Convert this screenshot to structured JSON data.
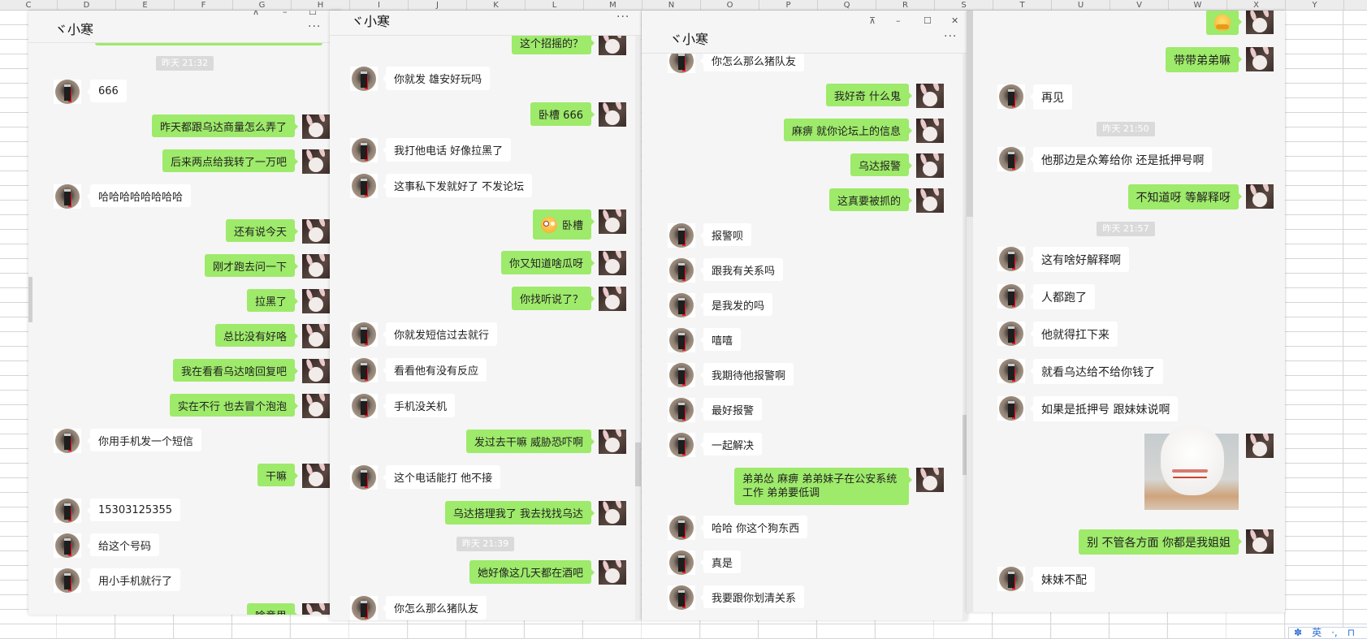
{
  "spreadsheet": {
    "columns": [
      "C",
      "D",
      "E",
      "F",
      "G",
      "H",
      "I",
      "J",
      "K",
      "L",
      "M",
      "N",
      "O",
      "P",
      "Q",
      "R",
      "S",
      "T",
      "U",
      "V",
      "W",
      "X",
      "Y"
    ]
  },
  "window_controls": {
    "pin": "⊼",
    "minimize": "–",
    "maximize": "☐",
    "close": "✕",
    "more": "···"
  },
  "panels": [
    {
      "title": "ヾ小寒",
      "messages": [
        {
          "type": "partial",
          "side": "right"
        },
        {
          "type": "timestamp",
          "text": "昨天 21:32"
        },
        {
          "type": "text",
          "side": "left",
          "text": "666"
        },
        {
          "type": "text",
          "side": "right",
          "text": "昨天都跟乌达商量怎么弄了"
        },
        {
          "type": "text",
          "side": "right",
          "text": "后来两点给我转了一万吧"
        },
        {
          "type": "text",
          "side": "left",
          "text": "哈哈哈哈哈哈哈哈"
        },
        {
          "type": "text",
          "side": "right",
          "text": "还有说今天"
        },
        {
          "type": "text",
          "side": "right",
          "text": "刚才跑去问一下"
        },
        {
          "type": "text",
          "side": "right",
          "text": "拉黑了"
        },
        {
          "type": "text",
          "side": "right",
          "text": "总比没有好咯"
        },
        {
          "type": "text",
          "side": "right",
          "text": "我在看看乌达啥回复吧"
        },
        {
          "type": "text",
          "side": "right",
          "text": "实在不行 也去冒个泡泡"
        },
        {
          "type": "text",
          "side": "left",
          "text": "你用手机发一个短信"
        },
        {
          "type": "text",
          "side": "right",
          "text": "干嘛"
        },
        {
          "type": "text",
          "side": "left",
          "text": "15303125355"
        },
        {
          "type": "text",
          "side": "left",
          "text": "给这个号码"
        },
        {
          "type": "text",
          "side": "left",
          "text": "用小手机就行了"
        },
        {
          "type": "text",
          "side": "right",
          "text": "啥意思"
        }
      ]
    },
    {
      "title": "ヾ小寒",
      "messages": [
        {
          "type": "text",
          "side": "right",
          "text": "这个招摇的？"
        },
        {
          "type": "text",
          "side": "left",
          "text": "你就发  雄安好玩吗"
        },
        {
          "type": "text",
          "side": "right",
          "text": "卧槽 666"
        },
        {
          "type": "text",
          "side": "left",
          "text": "我打他电话 好像拉黑了"
        },
        {
          "type": "text",
          "side": "left",
          "text": "这事私下发就好了 不发论坛"
        },
        {
          "type": "text",
          "side": "right",
          "text": "卧槽",
          "emoji": "flushed-face"
        },
        {
          "type": "text",
          "side": "right",
          "text": "你又知道啥瓜呀"
        },
        {
          "type": "text",
          "side": "right",
          "text": "你找听说了？"
        },
        {
          "type": "text",
          "side": "left",
          "text": "你就发短信过去就行"
        },
        {
          "type": "text",
          "side": "left",
          "text": "看看他有没有反应"
        },
        {
          "type": "text",
          "side": "left",
          "text": "手机没关机"
        },
        {
          "type": "text",
          "side": "right",
          "text": "发过去干嘛 威胁恐吓啊"
        },
        {
          "type": "text",
          "side": "left",
          "text": "这个电话能打 他不接"
        },
        {
          "type": "text",
          "side": "right",
          "text": "乌达搭理我了 我去找找乌达"
        },
        {
          "type": "timestamp",
          "text": "昨天 21:39"
        },
        {
          "type": "text",
          "side": "right",
          "text": "她好像这几天都在酒吧"
        },
        {
          "type": "text",
          "side": "left",
          "text": "你怎么那么猪队友"
        },
        {
          "type": "partial",
          "side": "right"
        }
      ]
    },
    {
      "title": "ヾ小寒",
      "messages": [
        {
          "type": "text",
          "side": "left",
          "text": "你怎么那么猪队友"
        },
        {
          "type": "text",
          "side": "right",
          "text": "我好奇 什么鬼"
        },
        {
          "type": "text",
          "side": "right",
          "text": "麻痹 就你论坛上的信息"
        },
        {
          "type": "text",
          "side": "right",
          "text": "乌达报警"
        },
        {
          "type": "text",
          "side": "right",
          "text": "这真要被抓的"
        },
        {
          "type": "text",
          "side": "left",
          "text": "报警呗"
        },
        {
          "type": "text",
          "side": "left",
          "text": "跟我有关系吗"
        },
        {
          "type": "text",
          "side": "left",
          "text": "是我发的吗"
        },
        {
          "type": "text",
          "side": "left",
          "text": "嘻嘻"
        },
        {
          "type": "text",
          "side": "left",
          "text": "我期待他报警啊"
        },
        {
          "type": "text",
          "side": "left",
          "text": "最好报警"
        },
        {
          "type": "text",
          "side": "left",
          "text": "一起解决"
        },
        {
          "type": "text",
          "side": "right",
          "text": "弟弟怂  麻痹 弟弟妹子在公安系统工作 弟弟要低调",
          "wrap": true
        },
        {
          "type": "text",
          "side": "left",
          "text": "哈哈 你这个狗东西"
        },
        {
          "type": "text",
          "side": "left",
          "text": "真是"
        },
        {
          "type": "text",
          "side": "left",
          "text": "我要跟你划清关系"
        },
        {
          "type": "emoji",
          "side": "right",
          "emoji": "face-covering-emoji"
        }
      ]
    },
    {
      "title": "",
      "messages": [
        {
          "type": "emoji",
          "side": "right",
          "emoji": "face-covering-emoji"
        },
        {
          "type": "text",
          "side": "right",
          "text": "带带弟弟嘛"
        },
        {
          "type": "text",
          "side": "left",
          "text": "再见"
        },
        {
          "type": "timestamp",
          "text": "昨天 21:50"
        },
        {
          "type": "text",
          "side": "left",
          "text": "他那边是众筹给你 还是抵押号啊"
        },
        {
          "type": "text",
          "side": "right",
          "text": "不知道呀 等解释呀"
        },
        {
          "type": "timestamp",
          "text": "昨天 21:57"
        },
        {
          "type": "text",
          "side": "left",
          "text": "这有啥好解释啊"
        },
        {
          "type": "text",
          "side": "left",
          "text": "人都跑了"
        },
        {
          "type": "text",
          "side": "left",
          "text": "他就得扛下来"
        },
        {
          "type": "text",
          "side": "left",
          "text": "就看乌达给不给你钱了"
        },
        {
          "type": "text",
          "side": "left",
          "text": "如果是抵押号 跟妹妹说啊"
        },
        {
          "type": "image",
          "side": "right",
          "image": "cat-sticker"
        },
        {
          "type": "text",
          "side": "right",
          "text": "别 不管各方面 你都是我姐姐"
        },
        {
          "type": "text",
          "side": "left",
          "text": "妹妹不配"
        }
      ]
    }
  ],
  "ime_toolbar": {
    "items": [
      "✽",
      "英",
      "·,",
      "⊓"
    ]
  },
  "colors": {
    "bubble_self": "#9eea6a",
    "bubble_other": "#ffffff",
    "chat_bg": "#f5f5f5",
    "timestamp_bg": "#dadada",
    "ime_blue": "#2c6fd6"
  }
}
